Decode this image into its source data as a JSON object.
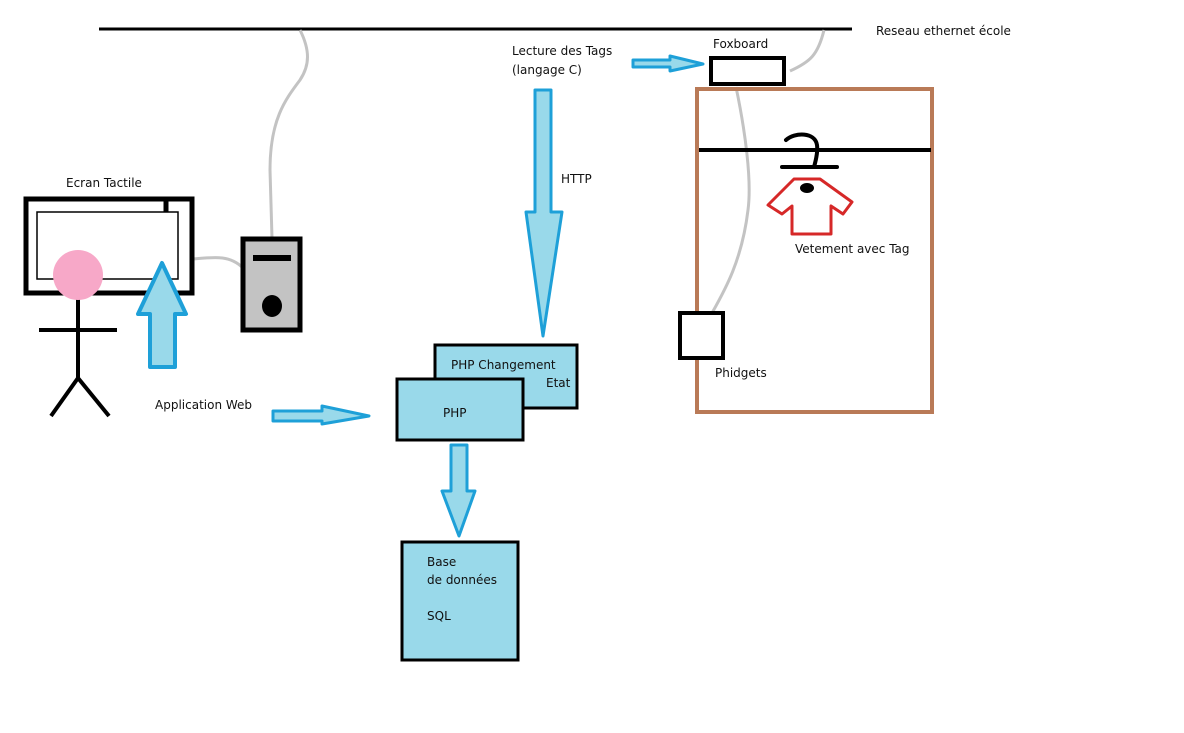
{
  "diagram": {
    "labels": {
      "network": "Reseau ethernet école",
      "touchscreen": "Ecran Tactile",
      "web_app": "Application Web",
      "tag_reading_line1": "Lecture des Tags",
      "tag_reading_line2": "(langage C)",
      "http": "HTTP",
      "foxboard": "Foxboard",
      "clothing": "Vetement avec Tag",
      "phidgets": "Phidgets",
      "php_state_line1": "PHP Changement",
      "php_state_line2": "Etat",
      "php": "PHP",
      "db_line1": "Base",
      "db_line2": "de données",
      "db_line3": "SQL"
    },
    "colors": {
      "arrow_fill": "#99d9ea",
      "arrow_stroke": "#1ea0d8",
      "box_fill": "#99d9ea",
      "cable": "#c3c3c3",
      "cabinet": "#b97a57",
      "clothing": "#d62828",
      "head": "#f7a8c8",
      "tower": "#c3c3c3"
    }
  }
}
